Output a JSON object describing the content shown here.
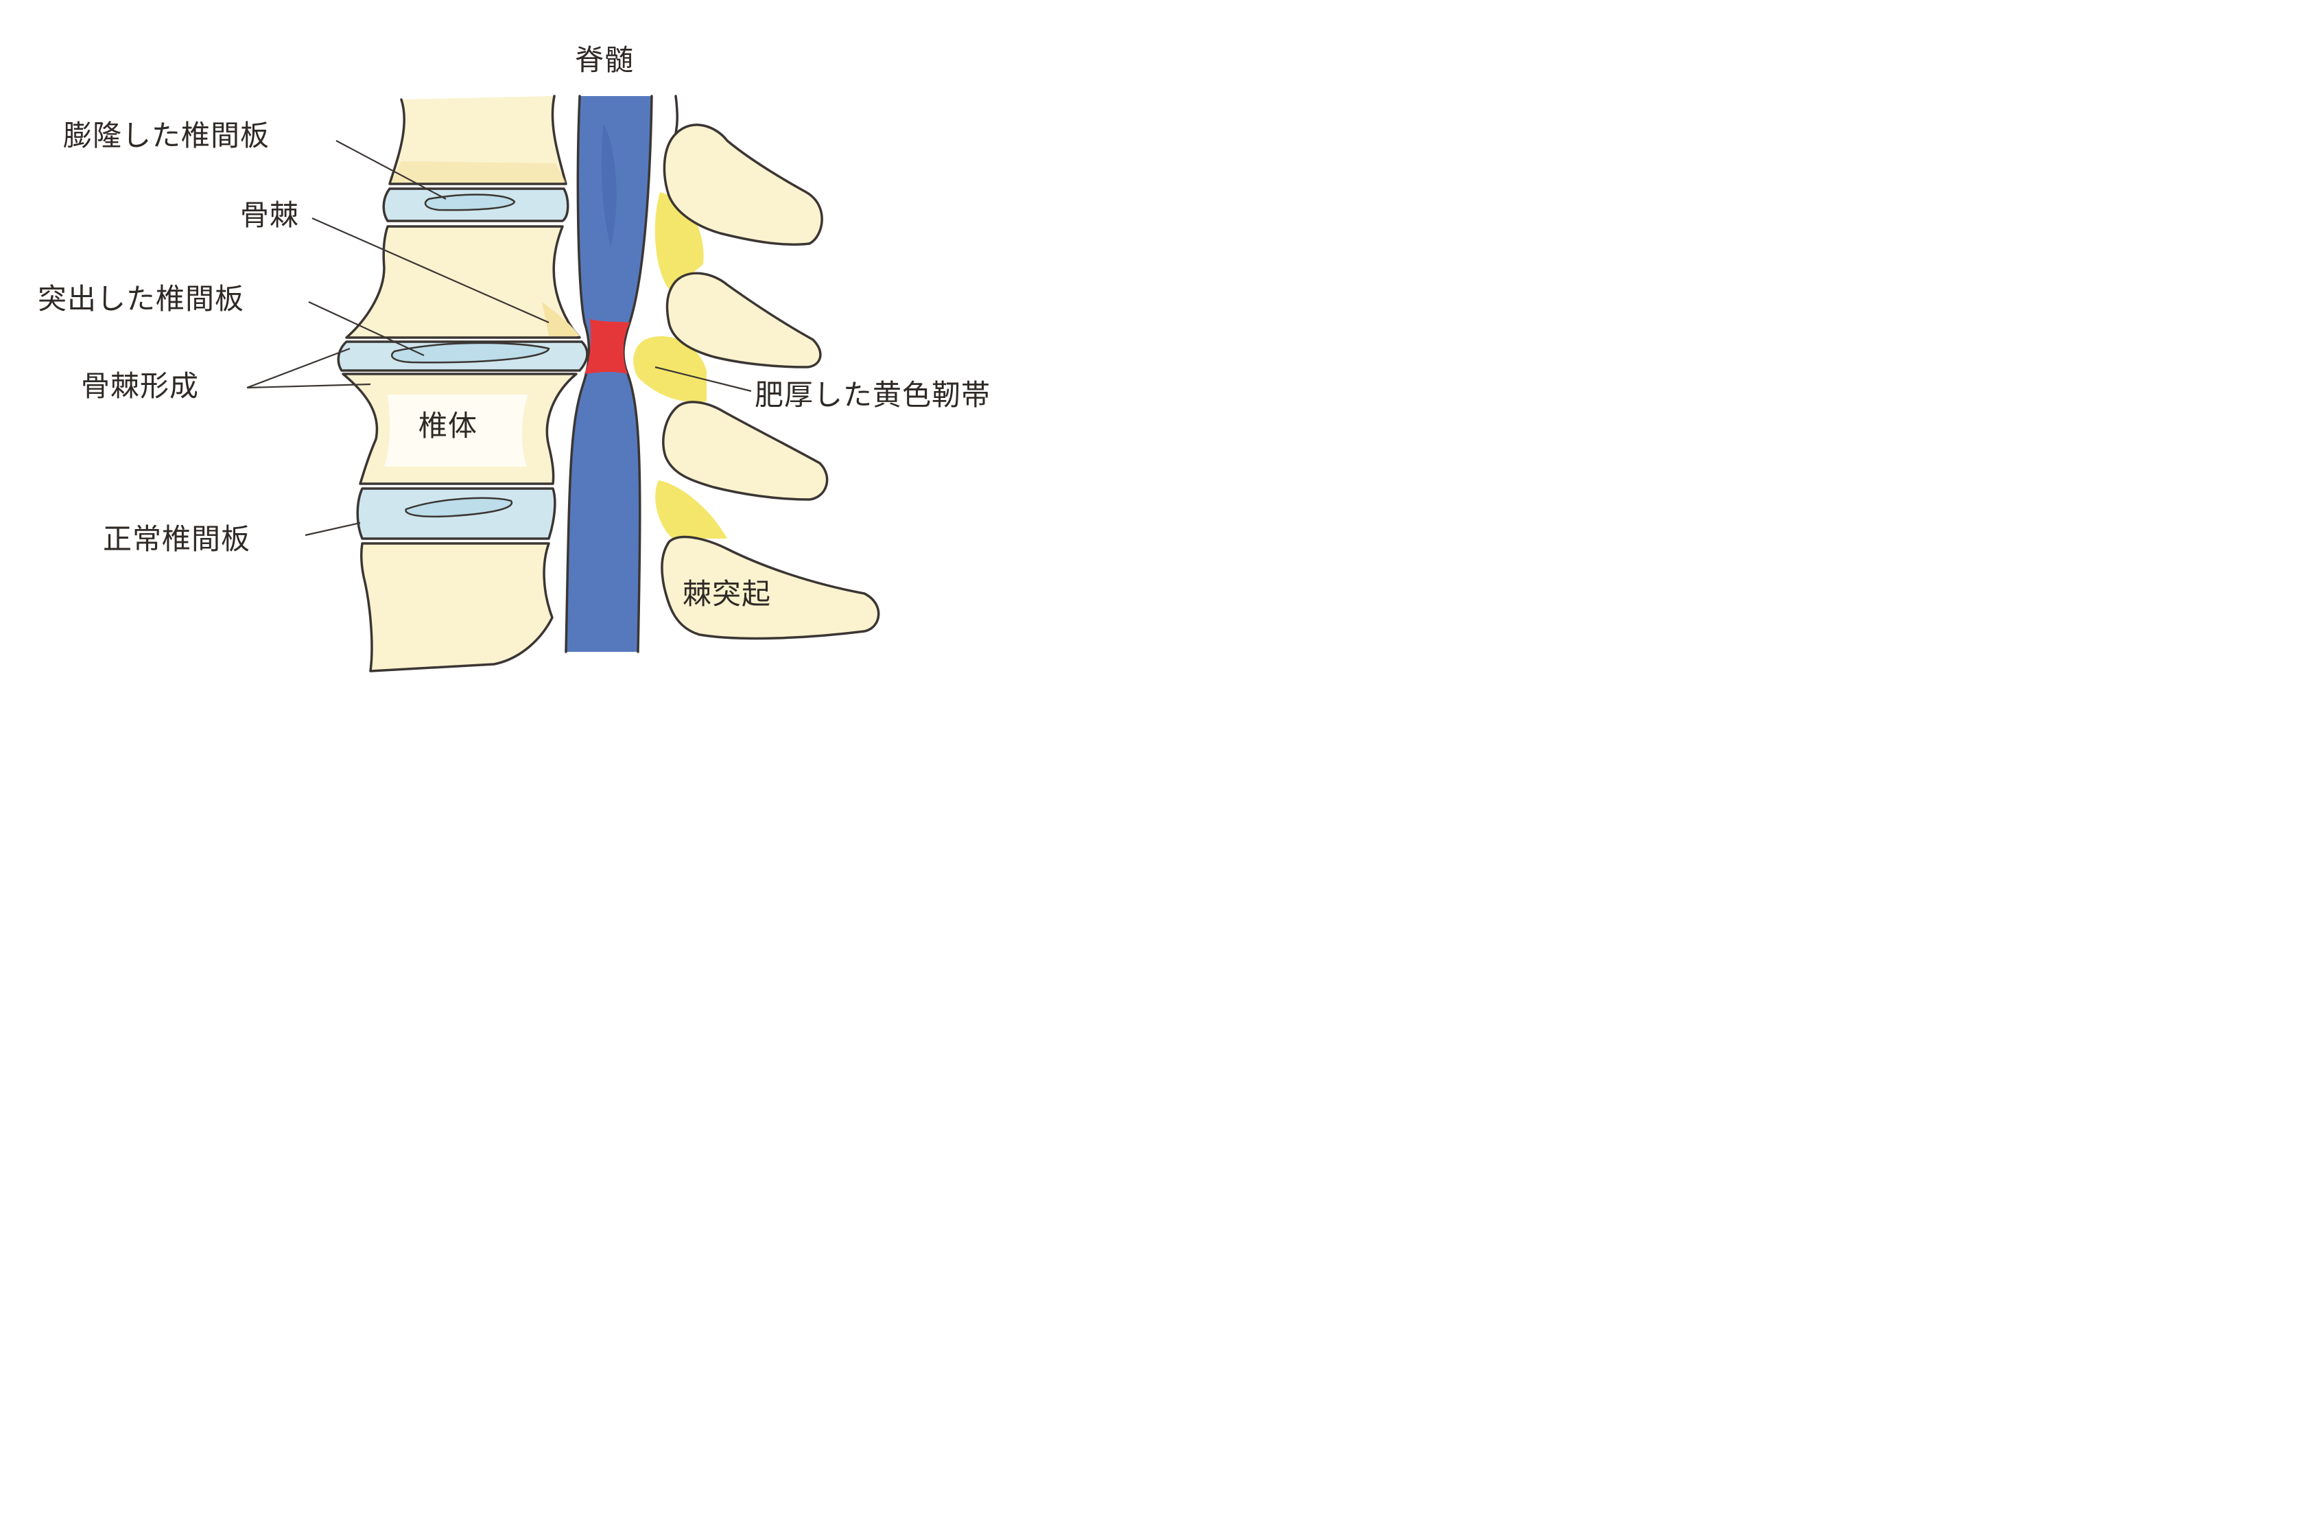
{
  "labels": {
    "spinal_cord": "脊髄",
    "bulging_disc": "膨隆した椎間板",
    "bone_spur": "骨棘",
    "herniated_disc": "突出した椎間板",
    "spur_formation": "骨棘形成",
    "vertebral_body": "椎体",
    "normal_disc": "正常椎間板",
    "thickened_ligament": "肥厚した黄色靭帯",
    "spinous_process": "棘突起"
  },
  "colors": {
    "bone": "#fbf2cf",
    "bone_shade": "#f5e3a4",
    "disc": "#cfe6ee",
    "cord": "#5679bd",
    "stenosis": "#e5373a",
    "ligament": "#f4e66a",
    "outline": "#3b3633"
  }
}
